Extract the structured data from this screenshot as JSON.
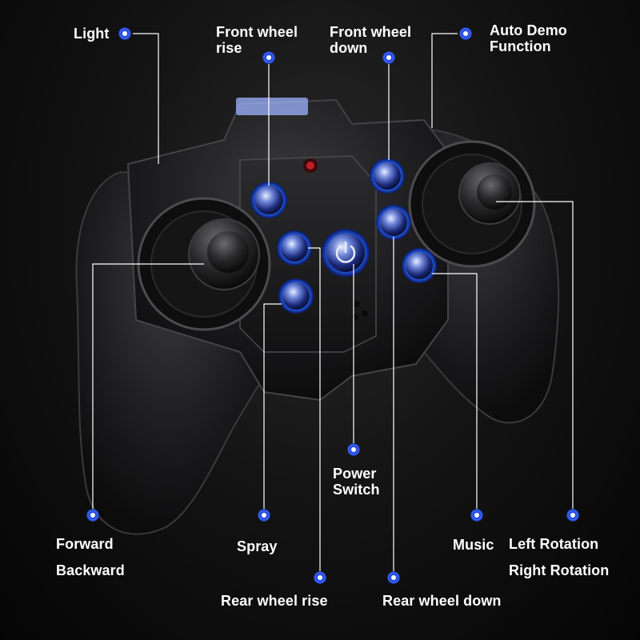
{
  "colors": {
    "background": "#0a0a0a",
    "controller_body": "#1c1c1d",
    "button_glow": "#2f5bff",
    "leader_line": "#ffffff",
    "label_text": "#ffffff"
  },
  "labels": {
    "light": "Light",
    "front_wheel_rise": "Front wheel\nrise",
    "front_wheel_down": "Front wheel\ndown",
    "auto_demo": "Auto Demo\nFunction",
    "power_switch": "Power\nSwitch",
    "forward": "Forward",
    "backward": "Backward",
    "spray": "Spray",
    "music": "Music",
    "left_rotation": "Left Rotation",
    "right_rotation": "Right Rotation",
    "rear_wheel_rise": "Rear wheel rise",
    "rear_wheel_down": "Rear wheel down"
  }
}
